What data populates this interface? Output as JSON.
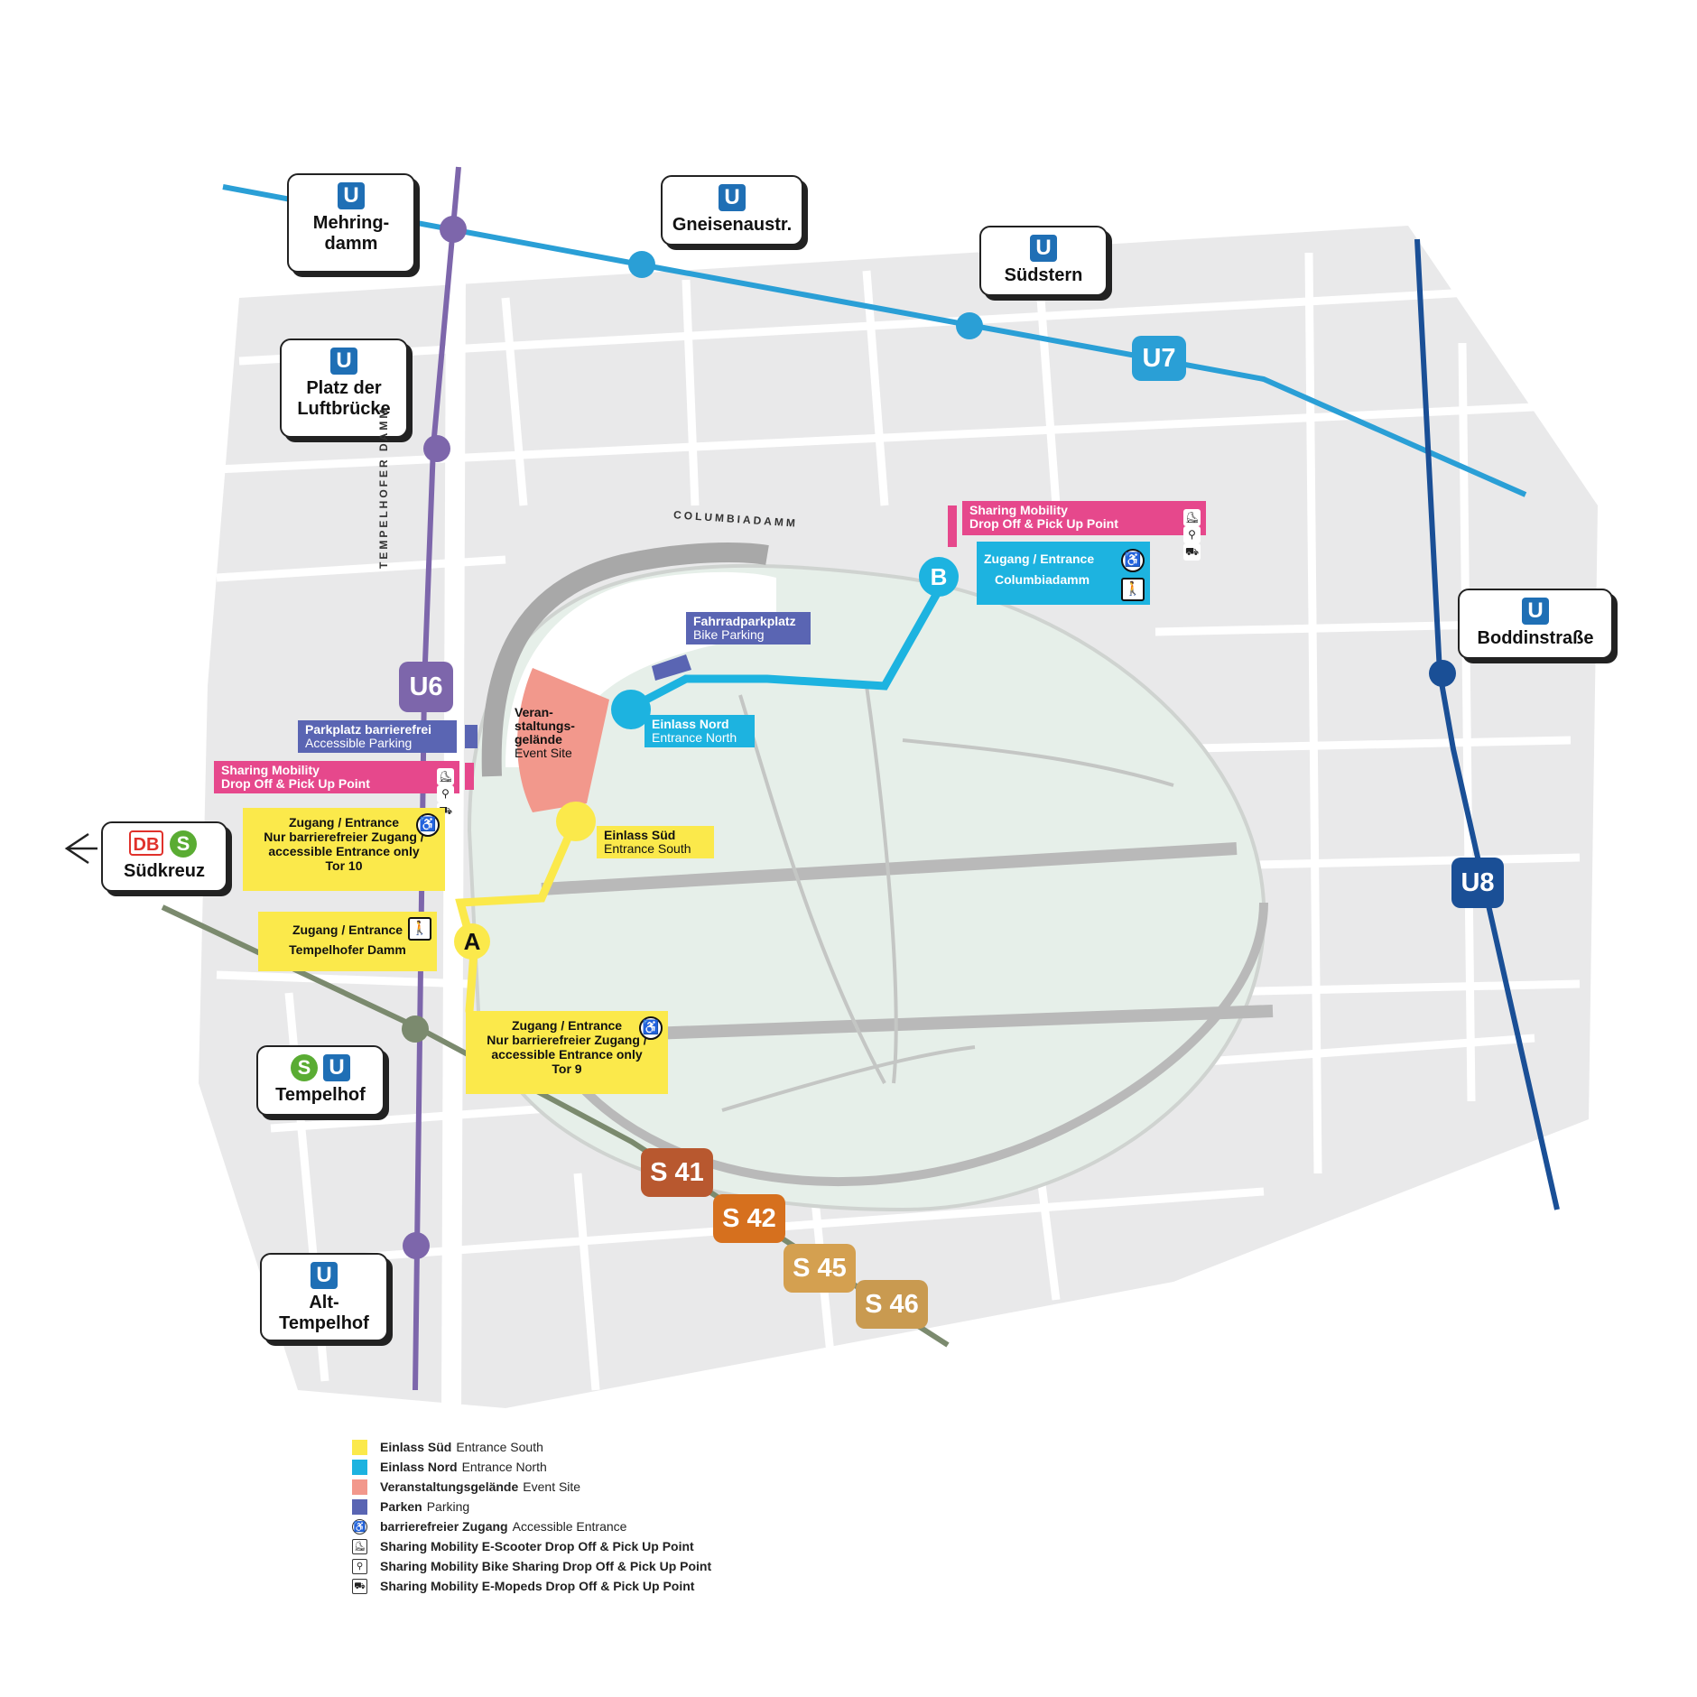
{
  "colors": {
    "u7": "#2a9fd6",
    "u6": "#7d66ab",
    "u8": "#1a4f96",
    "ring": "#7b8a6e",
    "south": "#fbe94b",
    "north": "#1db3e0",
    "event": "#f2988c",
    "parking": "#5a65b3",
    "sharing": "#e6488c",
    "s41": "#b8582f",
    "s42": "#d6701e",
    "s45": "#d4a050",
    "s46": "#c99a50"
  },
  "stations": {
    "mehringdamm": {
      "name": "Mehring-\ndamm"
    },
    "gneisenau": {
      "name": "Gneisenaustr."
    },
    "suedstern": {
      "name": "Südstern"
    },
    "platz": {
      "name": "Platz der\nLuftbrücke"
    },
    "boddin": {
      "name": "Boddinstraße"
    },
    "suedkreuz": {
      "name": "Südkreuz"
    },
    "tempelhof": {
      "name": "Tempelhof"
    },
    "alttempelhof": {
      "name": "Alt-\nTempelhof"
    }
  },
  "badges": {
    "u": "U",
    "s": "S",
    "db": "DB"
  },
  "lines": {
    "u7": "U7",
    "u6": "U6",
    "u8": "U8",
    "s41": "S 41",
    "s42": "S 42",
    "s45": "S 45",
    "s46": "S 46"
  },
  "streets": {
    "columbia": "COLUMBIADAMM",
    "tempelhofer": "TEMPELHOFER DAMM"
  },
  "labels": {
    "bike_parking": {
      "de": "Fahrradparkplatz",
      "en": "Bike Parking"
    },
    "accessible_parking": {
      "de": "Parkplatz barrierefrei",
      "en": "Accessible Parking"
    },
    "sharing_west": {
      "de": "Sharing Mobility",
      "en": "Drop Off & Pick Up Point"
    },
    "sharing_north": {
      "de": "Sharing Mobility",
      "en": "Drop Off & Pick Up Point"
    },
    "entrance_b": {
      "de": "Zugang / Entrance",
      "en": "Columbiadamm"
    },
    "einlass_nord": {
      "de": "Einlass Nord",
      "en": "Entrance North"
    },
    "einlass_sued": {
      "de": "Einlass Süd",
      "en": "Entrance South"
    },
    "event_site": {
      "de": "Veran-\nstaltungs-\ngelände",
      "en": "Event Site"
    },
    "tor10": {
      "de": "Zugang / Entrance",
      "en": "Nur barrierefreier Zugang /\naccessible Entrance only\nTor 10"
    },
    "tempelhofer": {
      "de": "Zugang / Entrance",
      "en": "Tempelhofer Damm"
    },
    "tor9": {
      "de": "Zugang / Entrance",
      "en": "Nur barrierefreier Zugang /\naccessible Entrance only\nTor 9"
    }
  },
  "pins": {
    "a": "A",
    "b": "B"
  },
  "icons": {
    "accessible": "wheelchair-icon",
    "walk": "walking-person-icon",
    "scooter": "e-scooter-icon",
    "bike": "bike-icon",
    "moped": "e-moped-icon"
  },
  "legend": [
    {
      "type": "swatch",
      "color": "#fbe94b",
      "de": "Einlass Süd",
      "en": "Entrance South"
    },
    {
      "type": "swatch",
      "color": "#1db3e0",
      "de": "Einlass Nord",
      "en": "Entrance North"
    },
    {
      "type": "swatch",
      "color": "#f2988c",
      "de": "Veranstaltungsgelände",
      "en": "Event Site"
    },
    {
      "type": "swatch",
      "color": "#5a65b3",
      "de": "Parken",
      "en": "Parking"
    },
    {
      "type": "accessible",
      "de": "barrierefreier Zugang",
      "en": "Accessible Entrance"
    },
    {
      "type": "scooter",
      "de": "Sharing Mobility E-Scooter Drop Off & Pick Up Point",
      "en": ""
    },
    {
      "type": "bike",
      "de": "Sharing Mobility Bike Sharing Drop Off & Pick Up Point",
      "en": ""
    },
    {
      "type": "moped",
      "de": "Sharing Mobility E-Mopeds Drop Off & Pick Up Point",
      "en": ""
    }
  ]
}
